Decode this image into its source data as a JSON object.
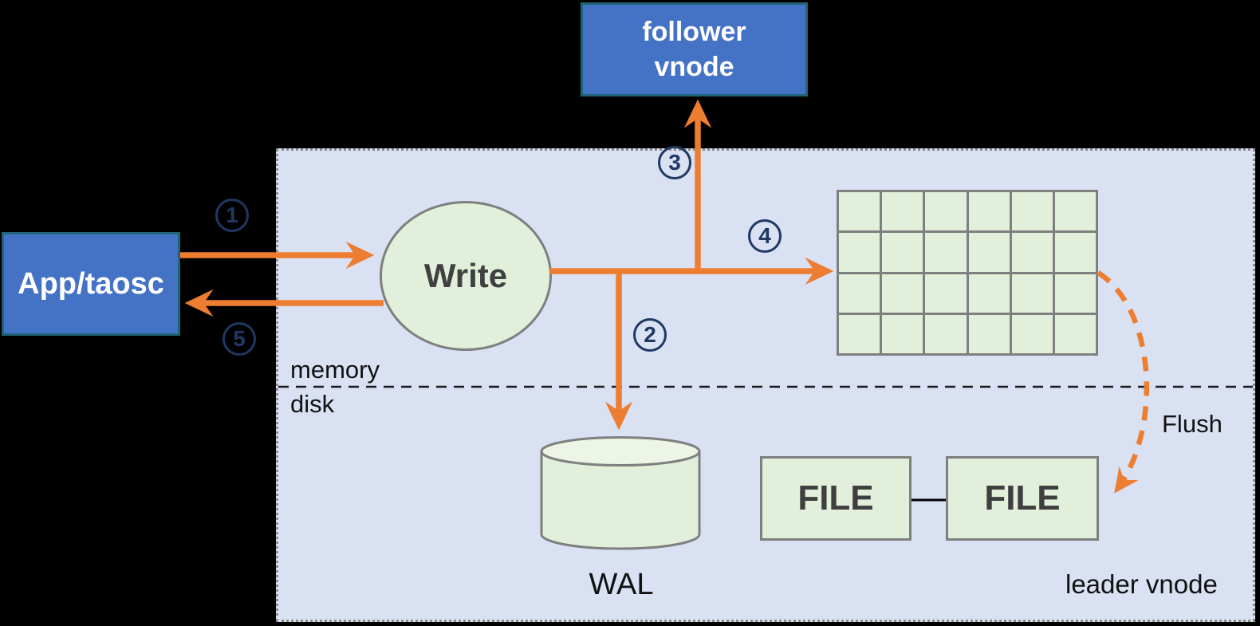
{
  "diagram": {
    "title_context": "leader vnode write flow",
    "app_box": {
      "label": "App/taosc"
    },
    "follower_box": {
      "line1": "follower",
      "line2": "vnode"
    },
    "write_node": {
      "label": "Write"
    },
    "wal": {
      "label": "WAL"
    },
    "files": {
      "file1": "FILE",
      "file2": "FILE"
    },
    "labels": {
      "memory": "memory",
      "disk": "disk",
      "flush": "Flush",
      "leader": "leader vnode"
    },
    "steps": [
      "1",
      "2",
      "3",
      "4",
      "5"
    ],
    "memtable": {
      "rows": 4,
      "cols": 6
    },
    "colors": {
      "arrow_orange": "#ED7D31",
      "node_blue": "#4472C4",
      "node_blue_border": "#20647A",
      "panel_fill": "#D9E1F2",
      "green_fill": "#E2EFDA",
      "step_navy": "#1F3864",
      "shape_border_gray": "#7F7F7F",
      "dark_text": "#404040",
      "background": "#000000"
    }
  }
}
